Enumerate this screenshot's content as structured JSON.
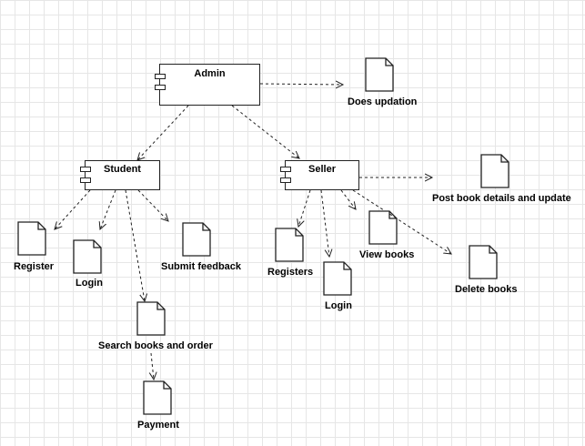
{
  "components": {
    "admin": "Admin",
    "student": "Student",
    "seller": "Seller"
  },
  "documents": {
    "does_updation": "Does updation",
    "register": "Register",
    "login_student": "Login",
    "submit_feedback": "Submit feedback",
    "search_books": "Search books and order",
    "payment": "Payment",
    "post_book": "Post book details and update",
    "registers": "Registers",
    "login_seller": "Login",
    "view_books": "View books",
    "delete_books": "Delete books"
  }
}
